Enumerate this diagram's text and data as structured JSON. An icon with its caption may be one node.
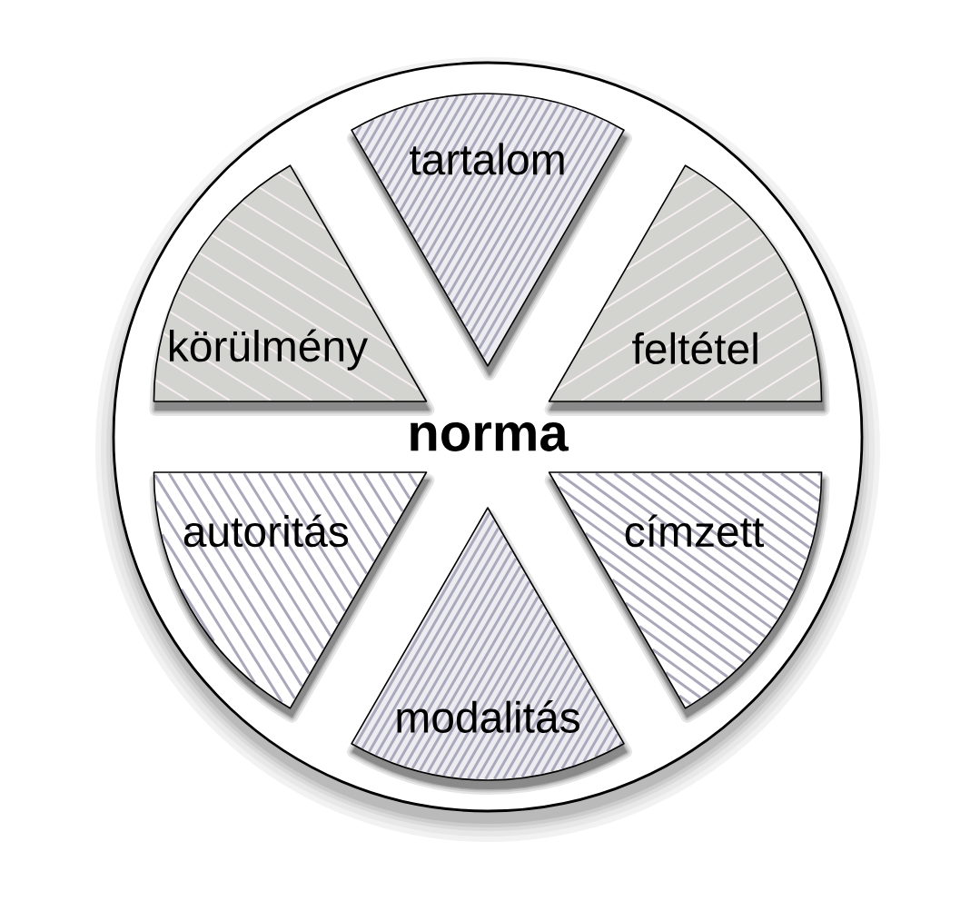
{
  "diagram": {
    "nodes": [
      {
        "text": [
          "norma"
        ]
      },
      {
        "text": [
          "tartalom"
        ],
        "in": 0
      },
      {
        "text": [
          "körülmény"
        ],
        "in": 0
      },
      {
        "text": [
          "feltétel"
        ],
        "in": 0
      },
      {
        "text": [
          "autoritás"
        ],
        "in": 0
      },
      {
        "text": [
          "címzett"
        ],
        "in": 0
      },
      {
        "text": [
          "modalitás"
        ],
        "in": 0
      }
    ]
  }
}
